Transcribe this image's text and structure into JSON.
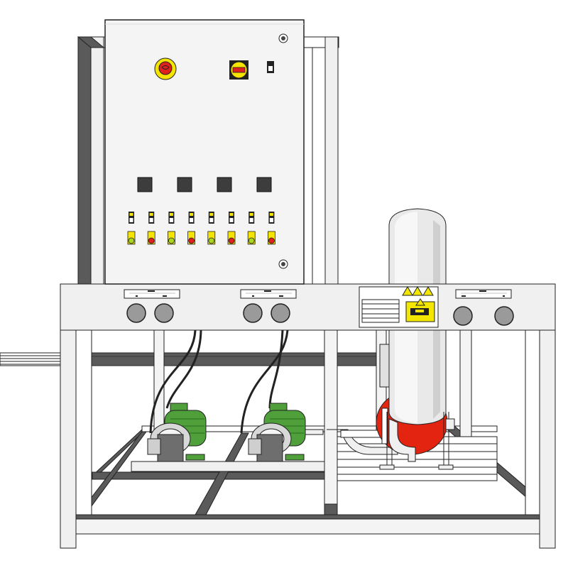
{
  "scene": {
    "colors": {
      "frame_light": "#eeeeee",
      "frame_dark": "#5a5a5a",
      "outline": "#222222",
      "cabinet": "#f4f4f4",
      "warning_yellow": "#f3e600",
      "indicator_yellow": "#f4e400",
      "indicator_red": "#e0201c",
      "indicator_green": "#a9d61f",
      "pump_green": "#4fa03a",
      "vessel_red": "#e32410",
      "vessel_body": "#e9e9e9",
      "knob_gray": "#9a9a9a"
    },
    "components": {
      "cabinet": "control-cabinet",
      "emergency_stop": "emergency-stop",
      "main_switch": "main-switch",
      "display_count": 4,
      "indicator_pairs": 8,
      "pump_count": 2,
      "vessel": "pressure-vessel",
      "control_panels": 3
    }
  }
}
